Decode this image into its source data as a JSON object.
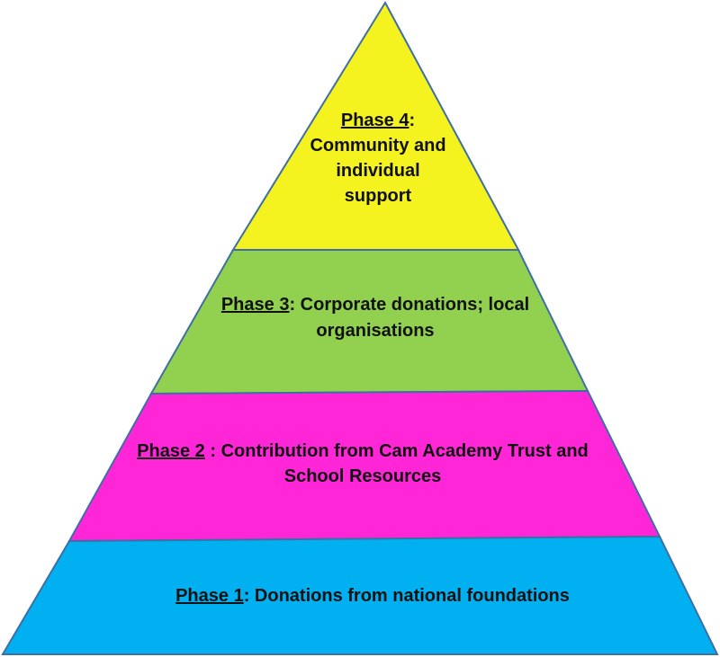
{
  "pyramid": {
    "tiers": [
      {
        "phase": "Phase 4",
        "lines": [
          ":",
          "Community and",
          "individual",
          "support"
        ],
        "color": "#f4f21f"
      },
      {
        "phase": "Phase 3",
        "lines": [
          ": Corporate donations; local",
          "organisations"
        ],
        "color": "#92d14f"
      },
      {
        "phase": "Phase 2",
        "lines": [
          " : Contribution from Cam Academy Trust and",
          "School Resources"
        ],
        "color": "#ff26d8"
      },
      {
        "phase": "Phase 1",
        "lines": [
          ": Donations from national foundations"
        ],
        "color": "#00b0f0"
      }
    ],
    "outline_color": "#3f6ea6"
  }
}
